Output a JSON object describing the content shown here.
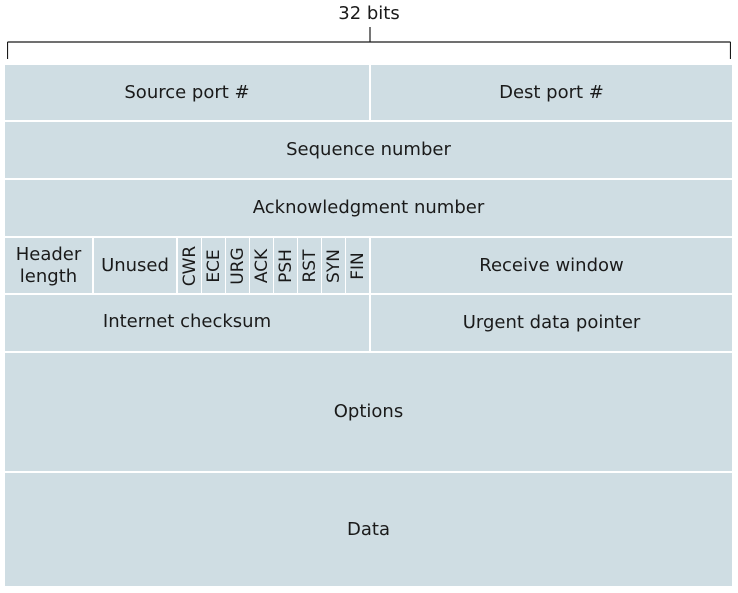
{
  "diagram": {
    "width_label": "32 bits",
    "rows": {
      "ports": {
        "source": "Source port #",
        "dest": "Dest port #"
      },
      "sequence": "Sequence number",
      "acknowledgment": "Acknowledgment number",
      "control": {
        "header_length": "Header\nlength",
        "unused": "Unused",
        "flags": [
          "CWR",
          "ECE",
          "URG",
          "ACK",
          "PSH",
          "RST",
          "SYN",
          "FIN"
        ],
        "receive_window": "Receive window"
      },
      "checksum": {
        "checksum": "Internet checksum",
        "urgent": "Urgent data pointer"
      },
      "options": "Options",
      "data": "Data"
    }
  }
}
